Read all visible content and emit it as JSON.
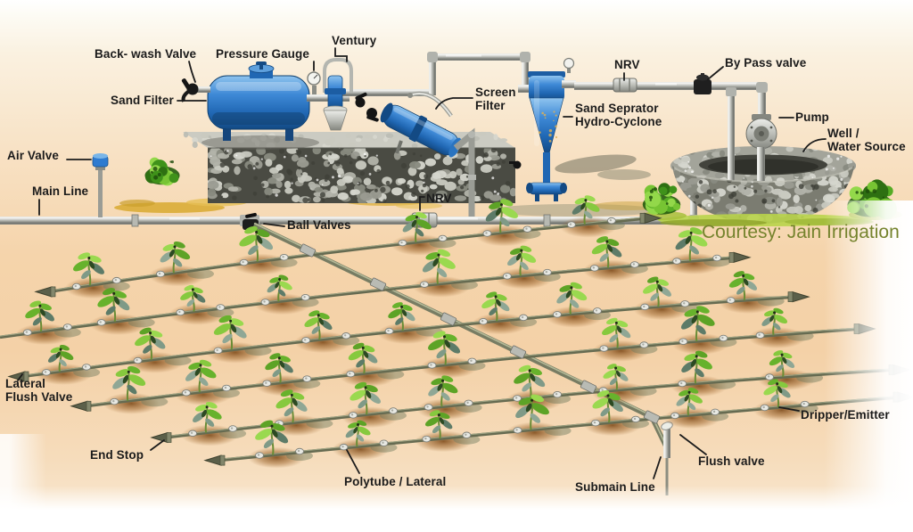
{
  "diagram": {
    "title_hint": "Drip irrigation system layout",
    "courtesy": "Courtesy: Jain Irrigation",
    "labels": {
      "back_wash_valve": "Back- wash Valve",
      "pressure_gauge": "Pressure Gauge",
      "ventury": "Ventury",
      "sand_filter": "Sand Filter",
      "screen_filter": "Screen\nFilter",
      "nrv_top": "NRV",
      "sand_separator": "Sand Seprator\nHydro-Cyclone",
      "bypass_valve": "By Pass valve",
      "pump": "Pump",
      "well_water_source": "Well /\nWater Source",
      "air_valve": "Air Valve",
      "main_line": "Main Line",
      "ball_valves": "Ball Valves",
      "nrv_mid": "NRV",
      "lateral_flush_valve": "Lateral\nFlush Valve",
      "end_stop": "End Stop",
      "polytube_lateral": "Polytube / Lateral",
      "submain_line": "Submain Line",
      "flush_valve": "Flush valve",
      "dripper_emitter": "Dripper/Emitter"
    },
    "colors": {
      "equipment_blue": "#2b77cd",
      "pipe_gray": "#9a9c95",
      "label_text": "#1b1b1b",
      "courtesy_green": "#75832d",
      "ground_peach": "#f5d4ab",
      "plant_green": "#67b22c",
      "soil_brown": "#7c4817",
      "sand_yellow": "#d8a930",
      "grass_green": "#b9d44a"
    }
  }
}
